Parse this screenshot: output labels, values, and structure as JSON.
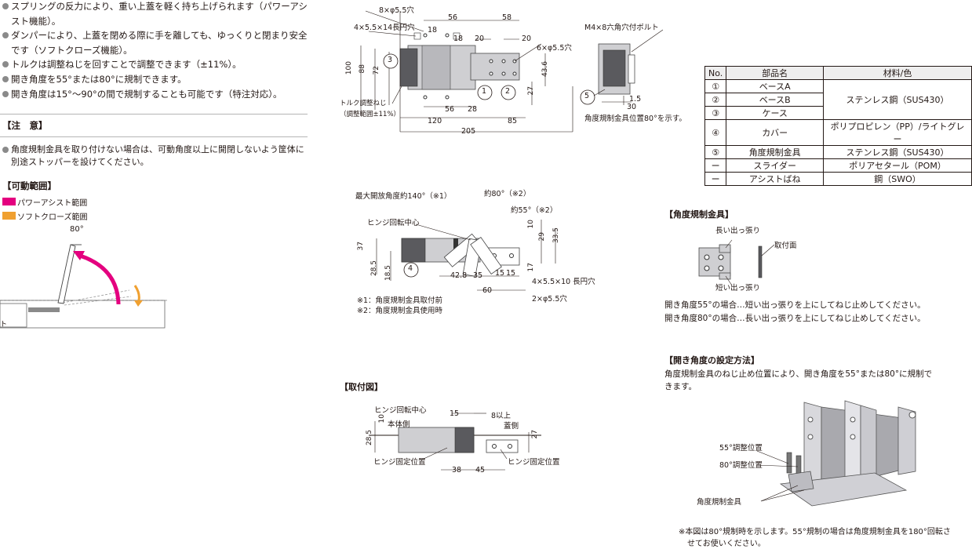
{
  "features": [
    "スプリングの反力により、重い上蓋を軽く持ち上げられます（パワーアシスト機能）。",
    "ダンパーにより、上蓋を閉める際に手を離しても、ゆっくりと閉まり安全です（ソフトクローズ機能）。",
    "トルクは調整ねじを回すことで調整できます（±11%）。",
    "開き角度を55°または80°に規制できます。",
    "開き角度は15°～90°の間で規制することも可能です（特注対応）。"
  ],
  "caution": {
    "heading": "【注　意】",
    "text": "角度規制金具を取り付けない場合は、可動角度以上に開閉しないよう筐体に別途ストッパーを設けてください。"
  },
  "range": {
    "heading": "【可動範囲】",
    "power_assist": "パワーアシスト範囲",
    "soft_close": "ソフトクローズ範囲",
    "angle": "80°",
    "colors": {
      "power_assist": "#e4007f",
      "soft_close": "#f0a030"
    }
  },
  "top_drawing": {
    "holes_top": "8×φ5.5穴",
    "slot": "4×5.5×14長円穴",
    "d56": "56",
    "d58": "58",
    "d18a": "18",
    "d18b": "18",
    "d20a": "20",
    "d20b": "20",
    "holes_right": "6×φ5.5穴",
    "d100": "100",
    "d88": "88",
    "d72": "72",
    "d436": "43.6",
    "d27": "27",
    "d56b": "56",
    "d28": "28",
    "d120": "120",
    "d85": "85",
    "d205": "205",
    "torque": "トルク調整ねじ",
    "torque_range": "（調整範囲±11%）",
    "c1": "1",
    "c2": "2",
    "c3": "3"
  },
  "side_view": {
    "bolt": "M4×8六角穴付ボルト",
    "d15": "1.5",
    "d30": "30",
    "note": "角度規制金具位置80°を示す。",
    "c5": "5"
  },
  "parts_table": {
    "headers": [
      "No.",
      "部品名",
      "材料/色"
    ],
    "rows": [
      [
        "①",
        "ベースA",
        "ステンレス鋼（SUS430）"
      ],
      [
        "②",
        "ベースB",
        ""
      ],
      [
        "③",
        "ケース",
        ""
      ],
      [
        "④",
        "カバー",
        "ポリプロピレン（PP）/ライトグレー"
      ],
      [
        "⑤",
        "角度規制金具",
        "ステンレス鋼（SUS430）"
      ],
      [
        "ー",
        "スライダー",
        "ポリアセタール（POM）"
      ],
      [
        "ー",
        "アシストばね",
        "鋼（SWO）"
      ]
    ]
  },
  "open_drawing": {
    "max_angle": "最大開放角度約140°（※1）",
    "a80": "約80°（※2）",
    "a55": "約55°（※2）",
    "pivot": "ヒンジ回転中心",
    "d10": "10",
    "d29": "29",
    "d335": "33.5",
    "d37": "37",
    "d17": "17",
    "d285": "28.5",
    "d185": "18.5",
    "d428": "42.8",
    "d35": "35",
    "d15a": "15",
    "d15b": "15",
    "d60": "60",
    "slots": "4×5.5×10 長円穴",
    "holes": "2×φ5.5穴",
    "note1": "※1：角度規制金具取付前",
    "note2": "※2：角度規制金具使用時",
    "c4": "4"
  },
  "angle_bracket": {
    "heading": "【角度規制金具】",
    "long": "長い出っ張り",
    "short": "短い出っ張り",
    "face": "取付面",
    "note55": "開き角度55°の場合…短い出っ張りを上にしてねじ止めしてください。",
    "note80": "開き角度80°の場合…長い出っ張りを上にしてねじ止めしてください。"
  },
  "mount": {
    "heading": "【取付図】",
    "pivot": "ヒンジ回転中心",
    "d15": "15",
    "d8": "8以上",
    "body": "本体側",
    "lid": "蓋側",
    "d10": "10",
    "d285": "28.5",
    "d27": "27",
    "fix_left": "ヒンジ固定位置",
    "fix_right": "ヒンジ固定位置",
    "d38": "38",
    "d45": "45"
  },
  "setting": {
    "heading": "【開き角度の設定方法】",
    "text1": "角度規制金具のねじ止め位置により、開き角度を55°または80°に規制で",
    "text2": "きます。",
    "p55": "55°調整位置",
    "p80": "80°調整位置",
    "bracket": "角度規制金具",
    "note1": "※本図は80°規制時を示します。55°規制の場合は角度規制金具を180°回転さ",
    "note2": "せてお使いください。"
  }
}
